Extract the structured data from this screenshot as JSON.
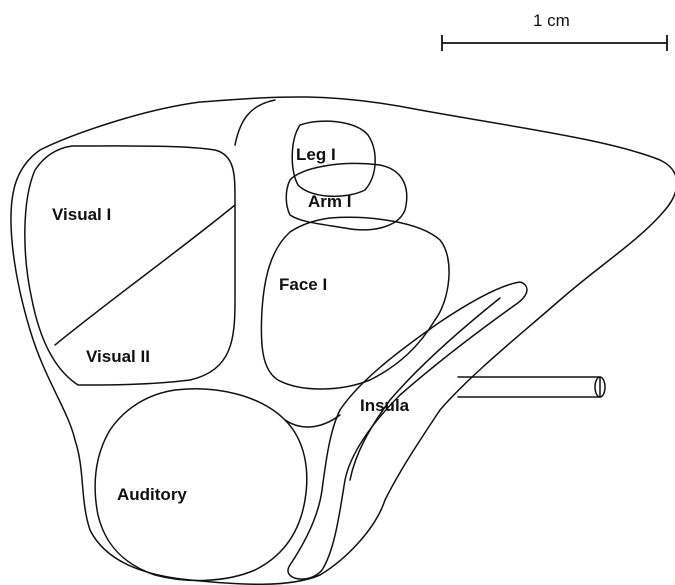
{
  "scale_bar": {
    "label": "1 cm"
  },
  "regions": {
    "visual_1": "Visual I",
    "visual_2": "Visual II",
    "leg_1": "Leg I",
    "arm_1": "Arm I",
    "face_1": "Face I",
    "auditory": "Auditory",
    "insula": "Insula"
  }
}
